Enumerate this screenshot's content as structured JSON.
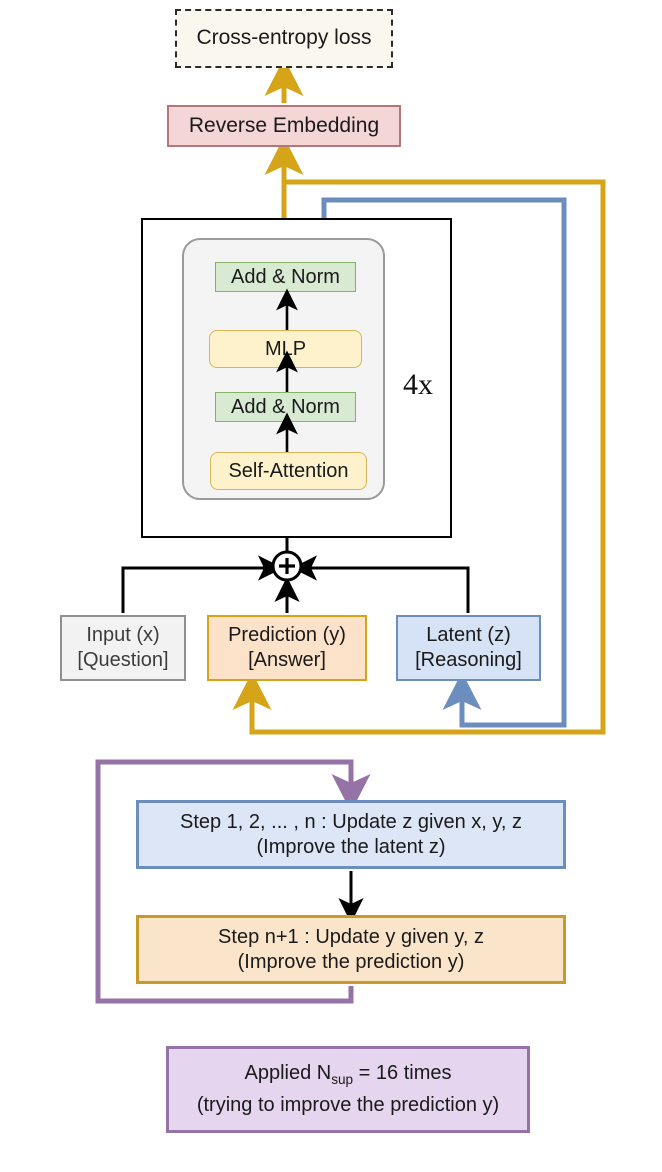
{
  "diagram": {
    "title": "Recursive latent reasoning transformer training loop",
    "nodes": {
      "loss": "Cross-entropy loss",
      "reverse_embedding": "Reverse Embedding",
      "add_norm_top": "Add & Norm",
      "mlp": "MLP",
      "add_norm_bottom": "Add & Norm",
      "self_attention": "Self-Attention",
      "repeat_label": "4x",
      "input_line1": "Input (x)",
      "input_line2": "[Question]",
      "prediction_line1": "Prediction (y)",
      "prediction_line2": "[Answer]",
      "latent_line1": "Latent (z)",
      "latent_line2": "[Reasoning]",
      "step_z_line1": "Step 1, 2, ... , n : Update z given x, y, z",
      "step_z_line2": "(Improve the latent z)",
      "step_y_line1": "Step n+1 : Update y given y, z",
      "step_y_line2": "(Improve the prediction y)",
      "nsup_line1_pre": "Applied N",
      "nsup_line1_sub": "sup",
      "nsup_line1_post": " = 16 times",
      "nsup_line2": "(trying to improve the prediction y)"
    },
    "colors": {
      "gold": "#d6a419",
      "blue": "#6c8ebf",
      "purple": "#9673a6",
      "black": "#000000",
      "green_fill": "#d9ead3",
      "green_border": "#82b366",
      "yellow_fill": "#fdf2cc",
      "yellow_border": "#d6b656",
      "red_fill": "#f5d6d6",
      "red_border": "#b5767a",
      "gray_fill": "#f2f2f2",
      "blue_fill": "#d6e2f5",
      "orange_fill": "#fbe2c8",
      "purple_fill": "#e5d5ef",
      "loss_fill": "#faf7ee"
    },
    "edges": [
      {
        "from": "reverse_embedding",
        "to": "loss",
        "color": "gold"
      },
      {
        "from": "transformer_block",
        "to": "reverse_embedding",
        "color": "gold"
      },
      {
        "from": "transformer_block",
        "to": "prediction",
        "color": "gold",
        "routing": "right-loop"
      },
      {
        "from": "transformer_block",
        "to": "latent",
        "color": "blue",
        "routing": "right-loop"
      },
      {
        "from": "input",
        "to": "sum",
        "color": "black"
      },
      {
        "from": "prediction",
        "to": "sum",
        "color": "black"
      },
      {
        "from": "latent",
        "to": "sum",
        "color": "black"
      },
      {
        "from": "sum",
        "to": "transformer_block",
        "color": "black"
      },
      {
        "from": "step_z",
        "to": "step_y",
        "color": "black"
      },
      {
        "from": "step_y",
        "to": "step_z",
        "color": "purple",
        "routing": "left-loop"
      }
    ]
  }
}
